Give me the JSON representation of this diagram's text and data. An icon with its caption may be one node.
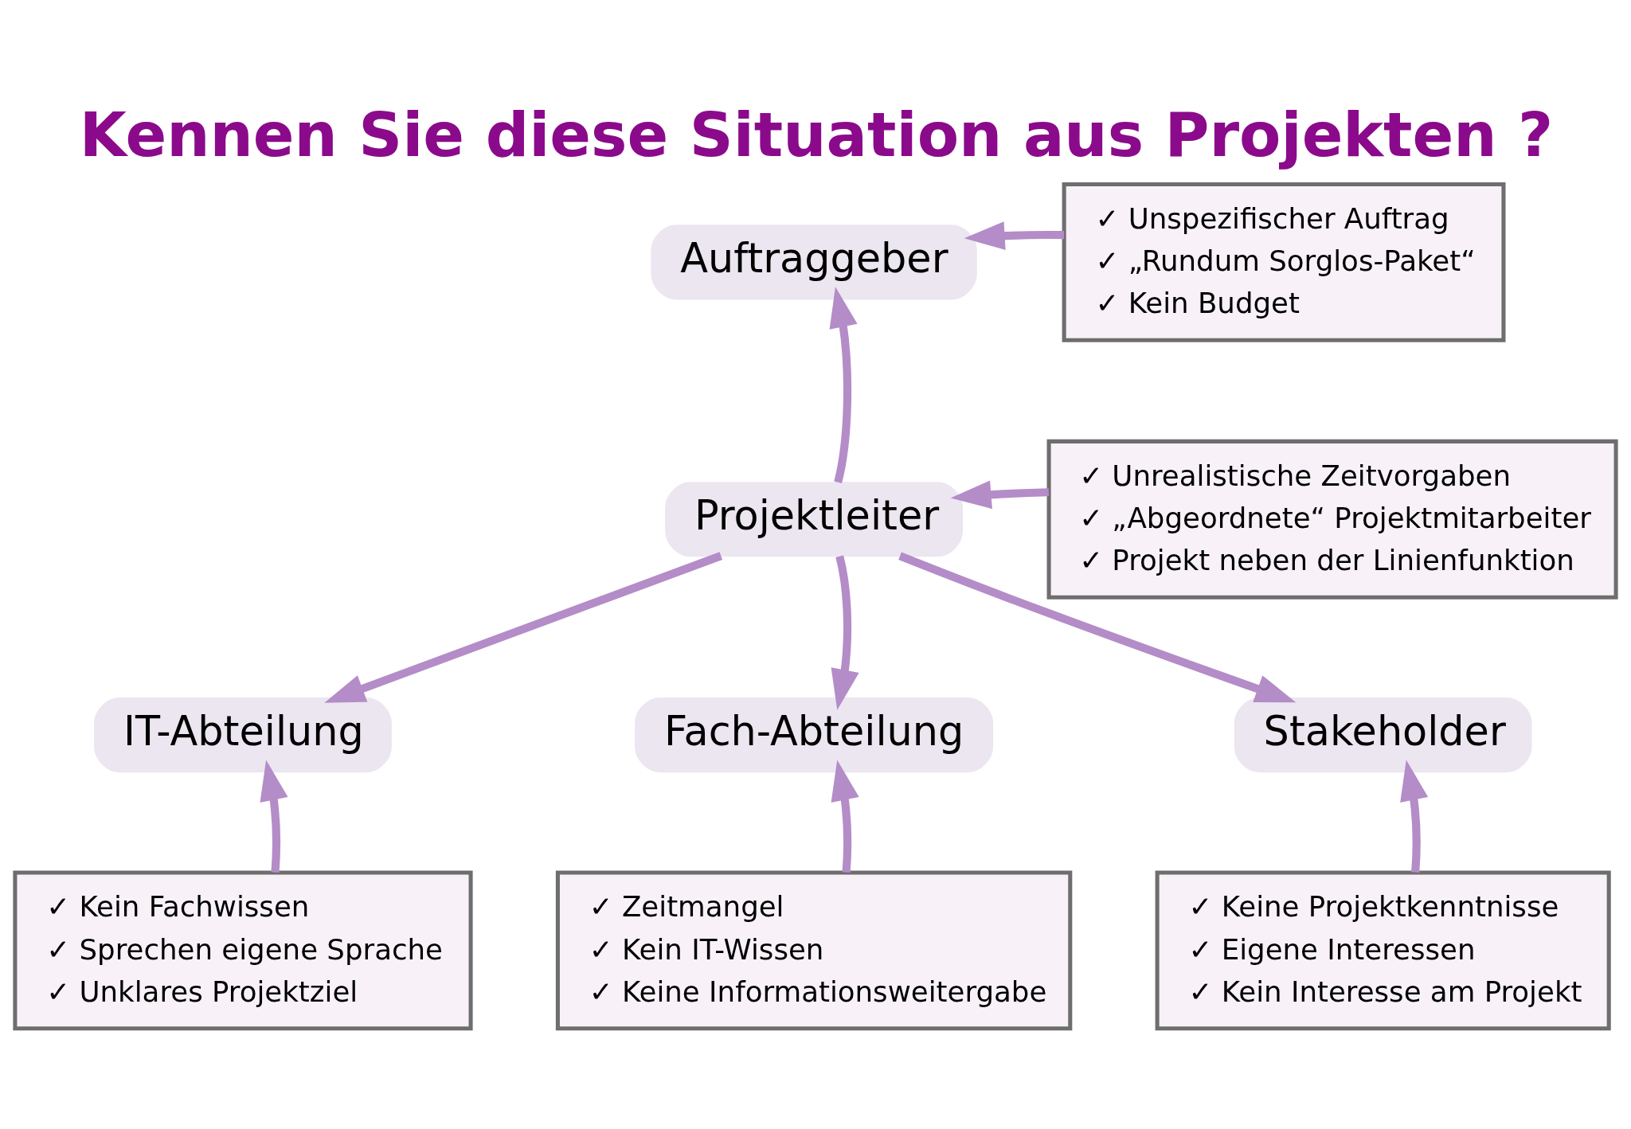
{
  "diagram": {
    "title": "Kennen Sie diese Situation aus Projekten ?",
    "nodes": [
      {
        "text": [
          "Auftraggeber"
        ]
      },
      {
        "text": [
          "Projektleiter"
        ]
      },
      {
        "text": [
          "IT-Abteilung"
        ]
      },
      {
        "text": [
          "Fach-Abteilung"
        ]
      },
      {
        "text": [
          "Stakeholder"
        ]
      },
      {
        "text": [
          "✓ Unspezifischer Auftrag",
          "✓ „Rundum Sorglos-Paket“",
          "✓ Kein Budget"
        ]
      },
      {
        "text": [
          "✓ Unrealistische Zeitvorgaben",
          "✓ „Abgeordnete“ Projektmitarbeiter",
          "✓ Projekt neben der Linienfunktion"
        ]
      },
      {
        "text": [
          "✓ Kein Fachwissen",
          "✓ Sprechen eigene Sprache",
          "✓ Unklares Projektziel"
        ]
      },
      {
        "text": [
          "✓ Zeitmangel",
          "✓ Kein IT-Wissen",
          "✓ Keine Informationsweitergabe"
        ]
      },
      {
        "text": [
          "✓ Keine Projektkenntnisse",
          "✓ Eigene Interessen",
          "✓ Kein Interesse am Projekt"
        ]
      }
    ],
    "edges": [
      {
        "from": 5,
        "to": 0,
        "arrow": "to"
      },
      {
        "from": 1,
        "to": 0,
        "arrow": "to"
      },
      {
        "from": 6,
        "to": 1,
        "arrow": "to"
      },
      {
        "from": 1,
        "to": 2,
        "arrow": "to"
      },
      {
        "from": 1,
        "to": 3,
        "arrow": "to"
      },
      {
        "from": 1,
        "to": 4,
        "arrow": "to"
      },
      {
        "from": 7,
        "to": 2,
        "arrow": "to"
      },
      {
        "from": 8,
        "to": 3,
        "arrow": "to"
      },
      {
        "from": 9,
        "to": 4,
        "arrow": "to"
      }
    ]
  }
}
